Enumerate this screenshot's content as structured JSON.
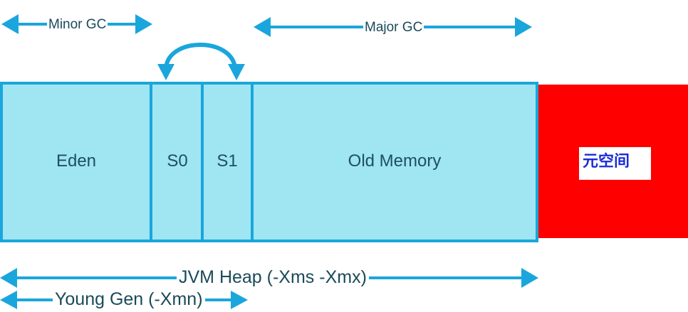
{
  "arrows": {
    "minor_gc": "Minor GC",
    "major_gc": "Major GC",
    "jvm_heap": "JVM Heap (-Xms -Xmx)",
    "young_gen": "Young Gen (-Xmn)"
  },
  "segments": {
    "eden": "Eden",
    "s0": "S0",
    "s1": "S1",
    "old_memory": "Old Memory",
    "metaspace": "元空间"
  },
  "colors": {
    "arrow": "#1aa6dc",
    "heap_fill": "#9fe6f2",
    "heap_border": "#1aa6dc",
    "metaspace_fill": "#ff0000",
    "metaspace_text": "#1a2bd8"
  }
}
